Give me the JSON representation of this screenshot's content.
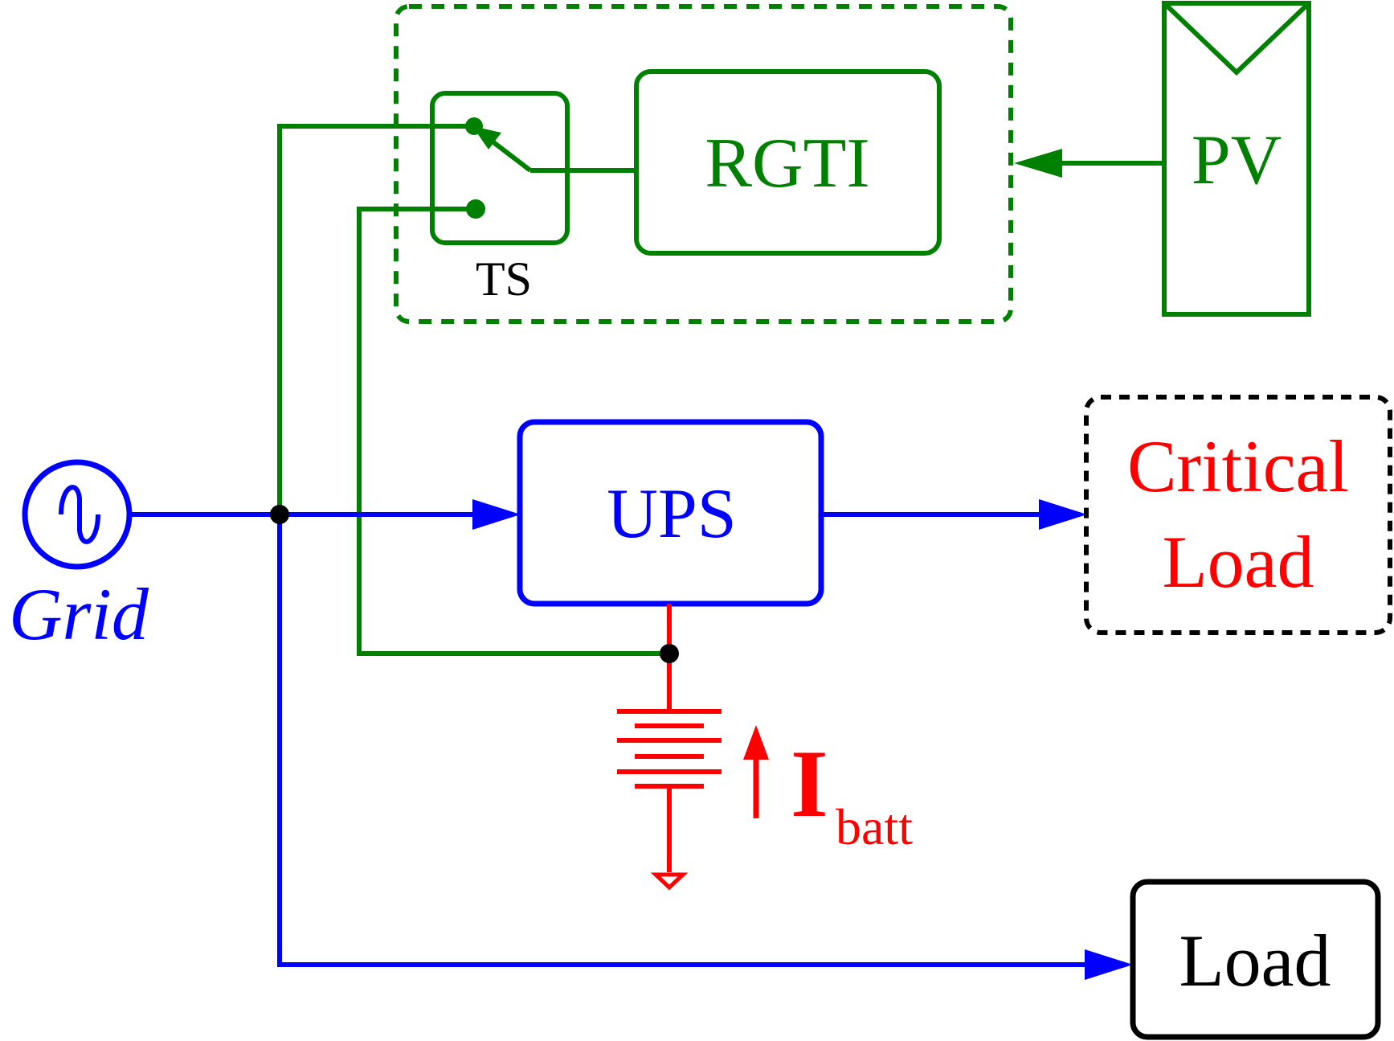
{
  "labels": {
    "grid": "Grid",
    "ups": "UPS",
    "critical_line1": "Critical",
    "critical_line2": "Load",
    "load": "Load",
    "rgti": "RGTI",
    "ts": "TS",
    "pv": "PV",
    "ibatt_main": "I",
    "ibatt_sub": "batt"
  },
  "colors": {
    "grid_path": "#0000ff",
    "solar_path": "#008000",
    "battery_path": "#ff0000",
    "neutral": "#000000"
  }
}
